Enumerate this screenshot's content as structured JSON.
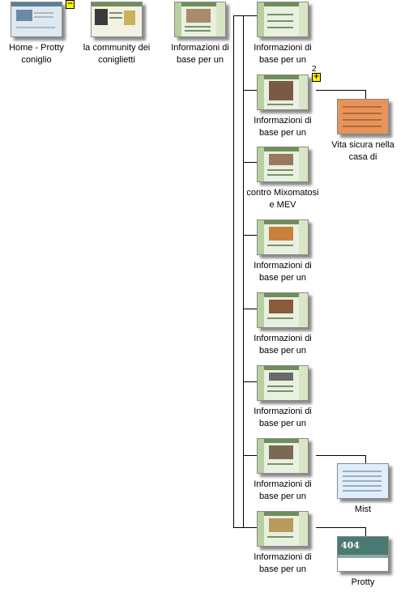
{
  "nodes": [
    {
      "label": "Home - Protty coniglio"
    },
    {
      "label": "la community dei coniglietti"
    },
    {
      "label": "Informazioni di base per un"
    },
    {
      "label": "Informazioni di base per un"
    },
    {
      "label": "Informazioni di base per un"
    },
    {
      "label": "Vita sicura nella casa di"
    },
    {
      "label": "contro Mixomatosi e MEV"
    },
    {
      "label": "Informazioni di base per un"
    },
    {
      "label": "Informazioni di base per un"
    },
    {
      "label": "Informazioni di base per un"
    },
    {
      "label": "Informazioni di base per un"
    },
    {
      "label": "Mist"
    },
    {
      "label": "Informazioni di base per un"
    },
    {
      "label": "Protty"
    }
  ],
  "toggles": {
    "collapse": "−",
    "expand": "+"
  },
  "child_count": "2",
  "page_404_text": "404"
}
